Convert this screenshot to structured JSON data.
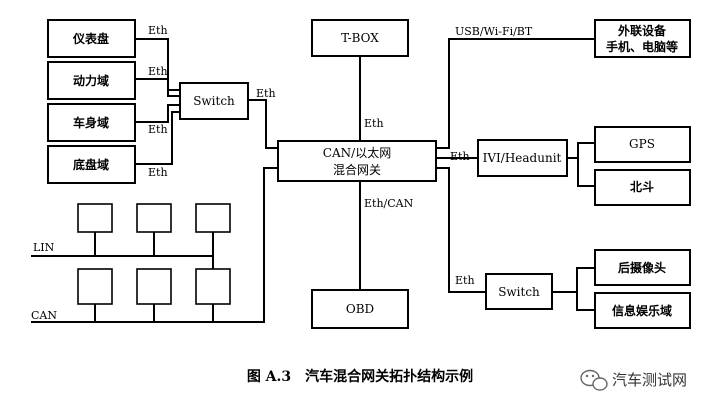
{
  "nodes": {
    "instrument": "仪表盘",
    "powertrain": "动力域",
    "body": "车身域",
    "chassis": "底盘域",
    "switch_left": "Switch",
    "tbox": "T-BOX",
    "gateway_line1": "CAN/以太网",
    "gateway_line2": "混合网关",
    "obd": "OBD",
    "external_line1": "外联设备",
    "external_line2": "手机、电脑等",
    "ivi": "IVI/Headunit",
    "gps": "GPS",
    "beidou": "北斗",
    "switch_right": "Switch",
    "rear_camera": "后摄像头",
    "infotainment": "信息娱乐域"
  },
  "edges": {
    "eth_instrument": "Eth",
    "eth_powertrain": "Eth",
    "eth_body": "Eth",
    "eth_chassis": "Eth",
    "eth_switch_gateway": "Eth",
    "eth_tbox": "Eth",
    "usb_wifi_bt": "USB/Wi-Fi/BT",
    "eth_ivi": "Eth",
    "eth_switch_right": "Eth",
    "eth_can_obd": "Eth/CAN"
  },
  "bus": {
    "lin": "LIN",
    "can": "CAN"
  },
  "caption": "图 A.3　汽车混合网关拓扑结构示例",
  "watermark": "汽车测试网"
}
